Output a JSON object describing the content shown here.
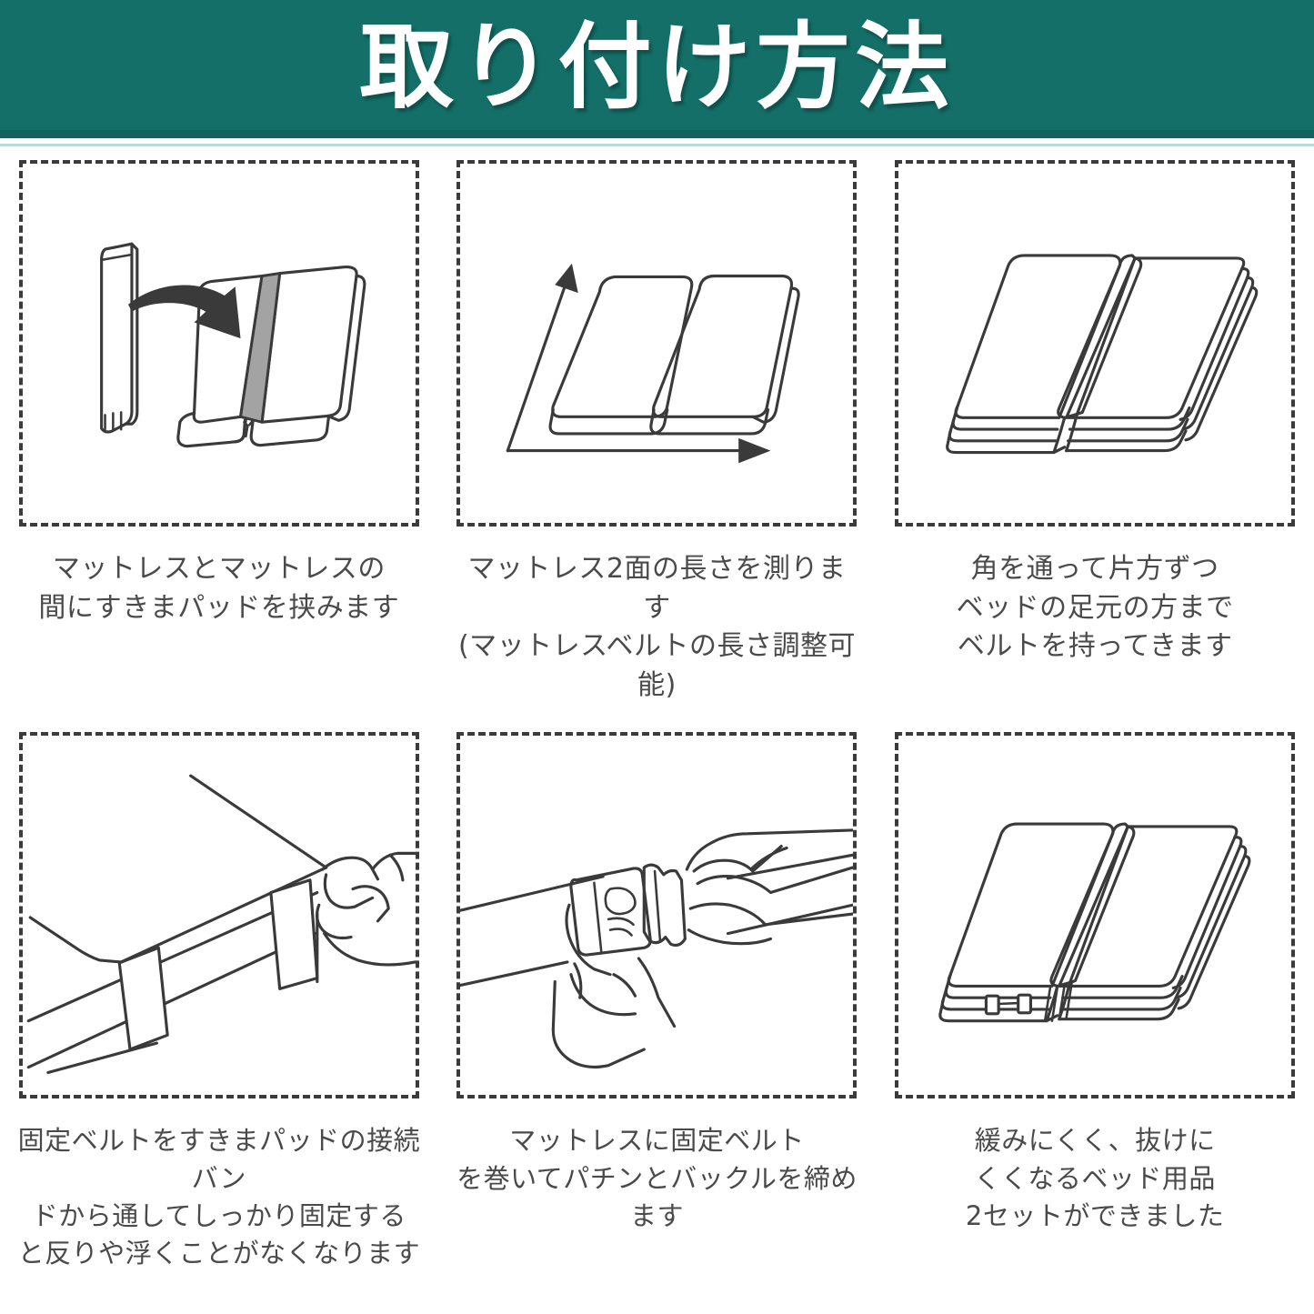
{
  "header": {
    "title": "取り付け方法",
    "background_color": "#146f68",
    "text_color": "#ffffff",
    "underline_color": "#b7dcd8"
  },
  "colors": {
    "accent_teal": "#146f68",
    "line_art": "#3a3a3a",
    "pad_gray": "#a3a3a3",
    "caption_text": "#4a4a4a",
    "panel_border": "#3b3b3b"
  },
  "steps": [
    {
      "index": 1,
      "illustration": "gap-pad-inserted-between-two-mattresses",
      "caption": "マットレスとマットレスの\n間にすきまパッドを挟みます"
    },
    {
      "index": 2,
      "illustration": "measuring-two-mattress-sides-with-arrows",
      "caption": "マットレス2面の長さを測ります\n(マットレスベルトの長さ調整可能)"
    },
    {
      "index": 3,
      "illustration": "two-mattresses-joined-with-pad",
      "caption": "角を通って片方ずつ\nベッドの足元の方まで\nベルトを持ってきます"
    },
    {
      "index": 4,
      "illustration": "hand-threading-belt-through-connection-band",
      "caption": "固定ベルトをすきまパッドの接続バン\nドから通してしっかり固定する\nと反りや浮くことがなくなります"
    },
    {
      "index": 5,
      "illustration": "two-hands-clicking-side-release-buckle",
      "caption": "マットレスに固定ベルト\nを巻いてパチンとバックルを締めます"
    },
    {
      "index": 6,
      "illustration": "finished-mattress-set-with-belt-and-buckle",
      "caption": "緩みにくく、抜けに\nくくなるベッド用品\n2セットができました"
    }
  ]
}
